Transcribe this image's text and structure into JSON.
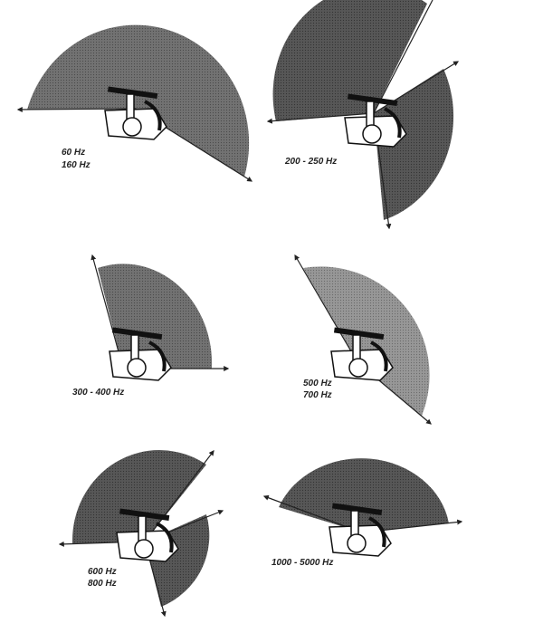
{
  "panels": [
    {
      "label_lines": [
        "60 Hz",
        "160 Hz"
      ]
    },
    {
      "label_lines": [
        "200 - 250 Hz"
      ]
    },
    {
      "label_lines": [
        "300 - 400 Hz"
      ]
    },
    {
      "label_lines": [
        "500 Hz",
        "700 Hz"
      ]
    },
    {
      "label_lines": [
        "600 Hz",
        "800 Hz"
      ]
    },
    {
      "label_lines": [
        "1000 - 5000 Hz"
      ]
    }
  ],
  "colors": {
    "fill_dark": "#4a4a4a",
    "fill_medium": "#666666",
    "fill_light": "#8a8a8a",
    "line": "#222222"
  }
}
